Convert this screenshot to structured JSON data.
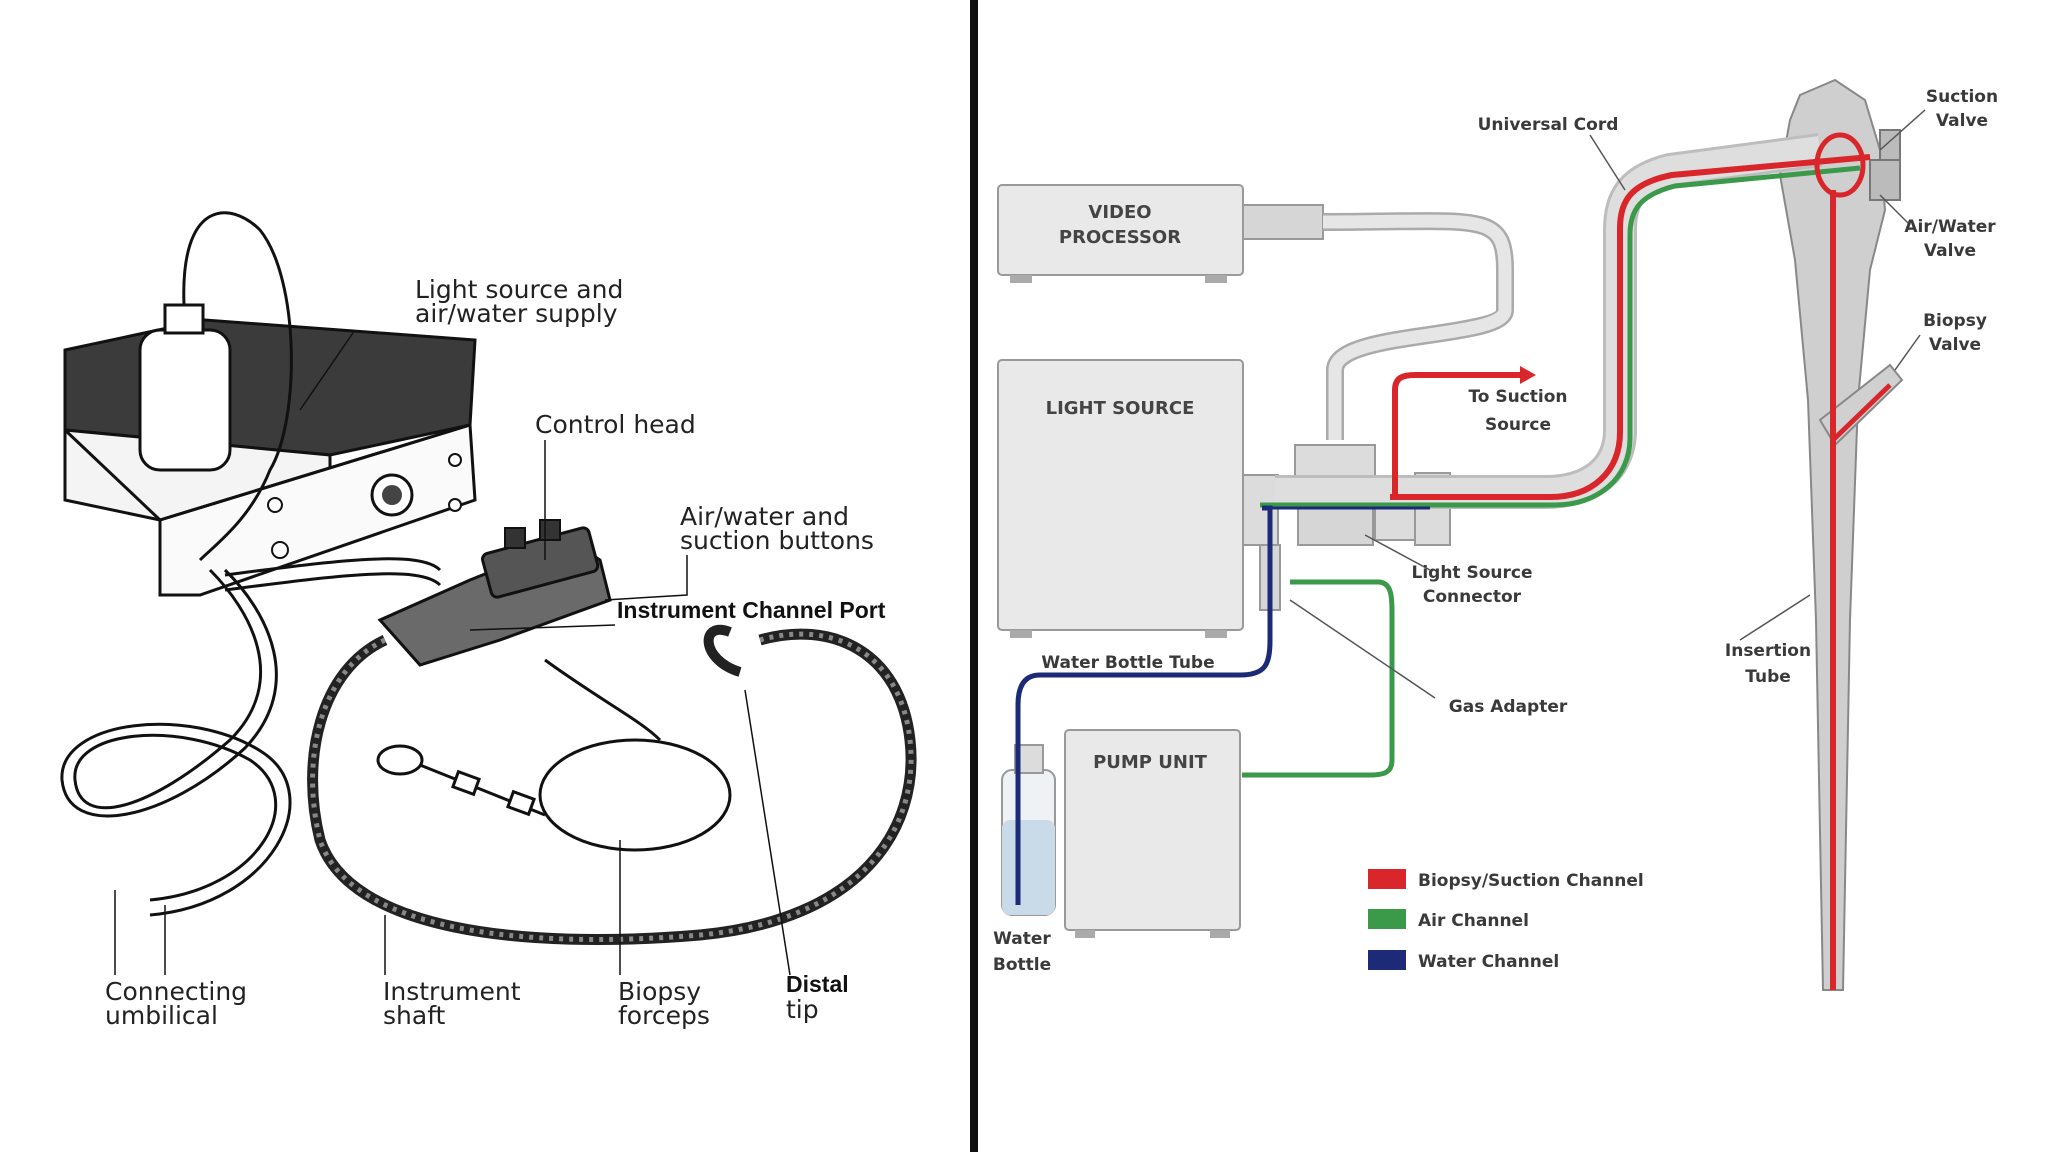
{
  "left_diagram": {
    "labels": {
      "light_source_1": "Light source and",
      "light_source_2": "air/water supply",
      "control_head": "Control head",
      "air_water_1": "Air/water and",
      "air_water_2": "suction buttons",
      "instrument_port": "Instrument Channel Port",
      "umbilical_1": "Connecting",
      "umbilical_2": "umbilical",
      "shaft_1": "Instrument",
      "shaft_2": "shaft",
      "forceps_1": "Biopsy",
      "forceps_2": "forceps",
      "distal_1": "Distal",
      "distal_2": "tip"
    }
  },
  "right_diagram": {
    "boxes": {
      "video_processor_1": "VIDEO",
      "video_processor_2": "PROCESSOR",
      "light_source": "LIGHT SOURCE",
      "pump_unit": "PUMP UNIT"
    },
    "labels": {
      "universal_cord": "Universal Cord",
      "suction_valve_1": "Suction",
      "suction_valve_2": "Valve",
      "air_water_valve_1": "Air/Water",
      "air_water_valve_2": "Valve",
      "biopsy_valve_1": "Biopsy",
      "biopsy_valve_2": "Valve",
      "to_suction_1": "To Suction",
      "to_suction_2": "Source",
      "light_source_connector_1": "Light Source",
      "light_source_connector_2": "Connector",
      "water_bottle_tube": "Water Bottle Tube",
      "gas_adapter": "Gas Adapter",
      "insertion_tube_1": "Insertion",
      "insertion_tube_2": "Tube",
      "water_bottle_1": "Water",
      "water_bottle_2": "Bottle"
    },
    "legend": [
      {
        "label": "Biopsy/Suction Channel",
        "color": "#d9262b"
      },
      {
        "label": "Air Channel",
        "color": "#3a9a4a"
      },
      {
        "label": "Water Channel",
        "color": "#1c2a78"
      }
    ]
  },
  "colors": {
    "red_channel": "#d9262b",
    "green_channel": "#3a9a4a",
    "blue_channel": "#1c2a78",
    "equipment_gray": "#e6e6e6",
    "divider": "#111111"
  }
}
